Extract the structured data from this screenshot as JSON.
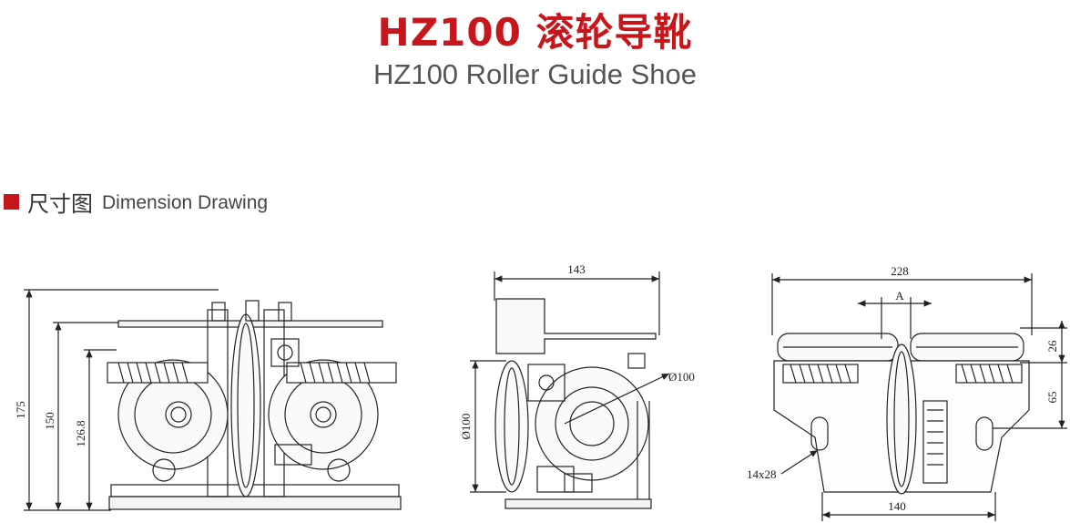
{
  "header": {
    "title_cn": "HZ100 滚轮导靴",
    "title_en": "HZ100 Roller Guide Shoe"
  },
  "section": {
    "label_cn": "尺寸图",
    "label_en": "Dimension Drawing"
  },
  "front_view": {
    "dim_175": "175",
    "dim_150": "150",
    "dim_126_8": "126.8"
  },
  "side_view": {
    "dim_143": "143",
    "dim_phi100_wheel": "Ø100",
    "dim_phi100_left": "Ø100"
  },
  "top_view": {
    "dim_228": "228",
    "dim_A": "A",
    "dim_26": "26",
    "dim_65": "65",
    "dim_14x28": "14x28",
    "dim_140": "140"
  },
  "colors": {
    "accent": "#c8161d",
    "line": "#222222"
  }
}
